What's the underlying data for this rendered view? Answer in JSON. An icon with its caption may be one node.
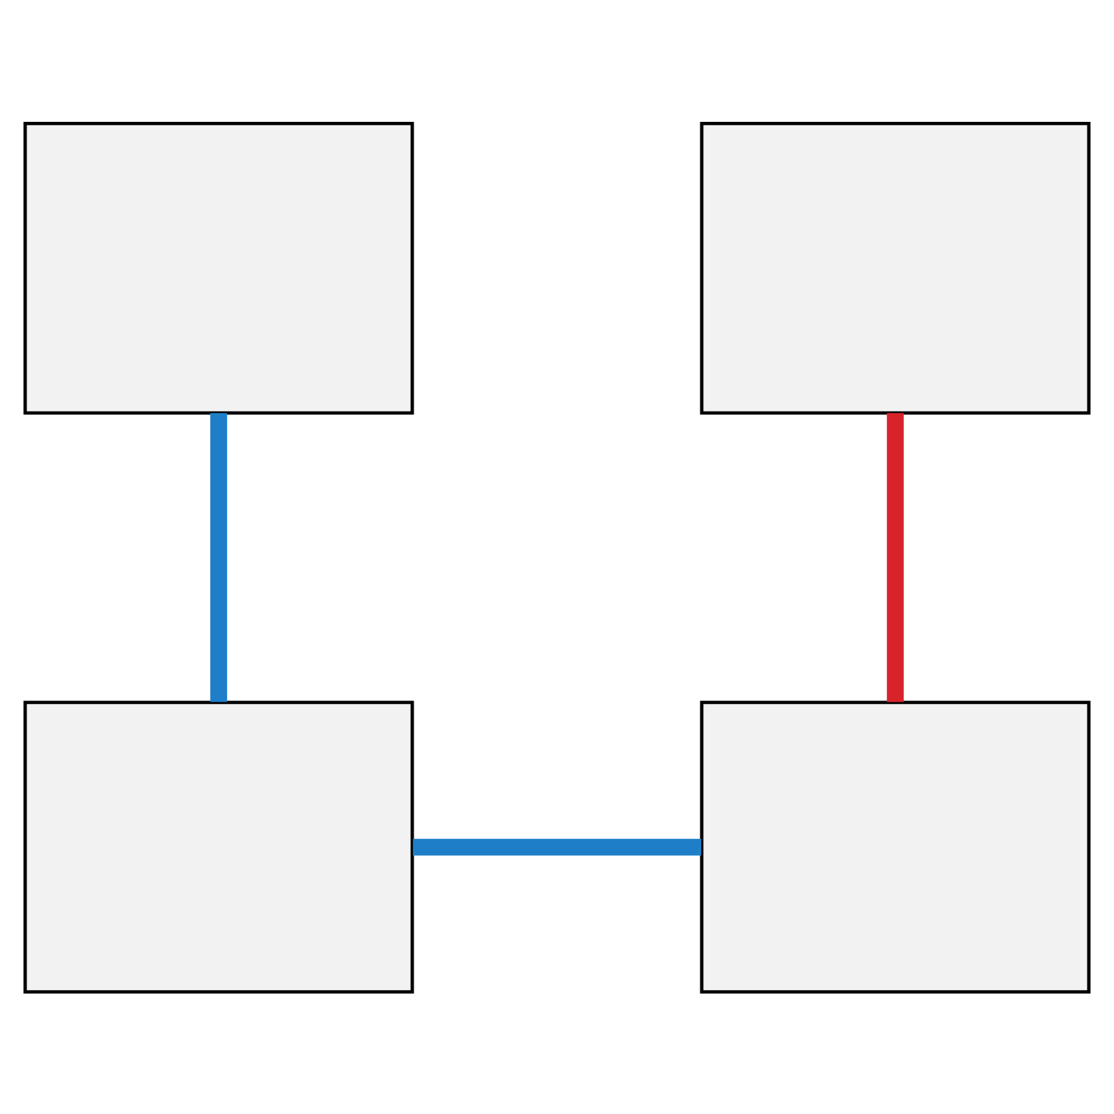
{
  "diagram": {
    "nodes": [
      {
        "text": [],
        "shape": "box"
      },
      {
        "text": [],
        "shape": "box"
      },
      {
        "text": [],
        "shape": "box"
      },
      {
        "text": [],
        "shape": "box"
      }
    ],
    "edges": [
      {
        "from": 0,
        "to": 1,
        "arrow": "none",
        "color": "#1e7fc8"
      },
      {
        "from": 1,
        "to": 2,
        "arrow": "none",
        "color": "#1e7fc8"
      },
      {
        "from": 2,
        "to": 3,
        "arrow": "none",
        "color": "#d9232b"
      }
    ]
  }
}
